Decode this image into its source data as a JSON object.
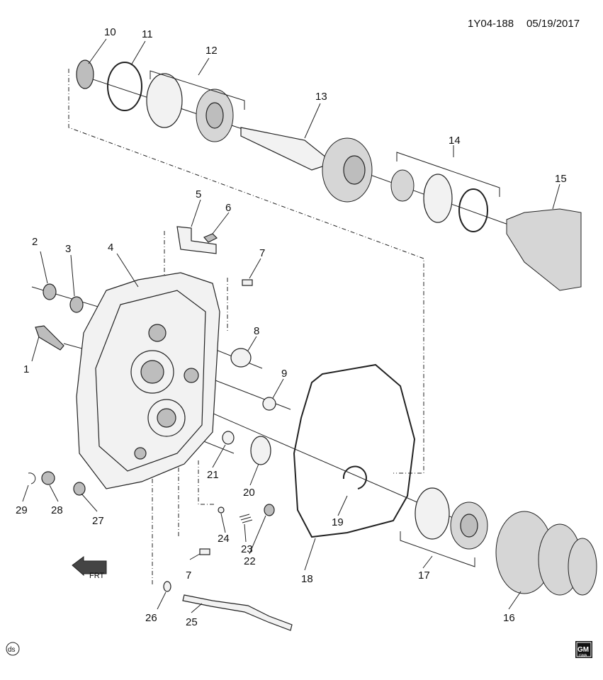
{
  "header": {
    "ref": "1Y04-188",
    "date": "05/19/2017"
  },
  "footer": {
    "left_mark": "ds",
    "logo": "GM",
    "logo_sub": "GMA"
  },
  "direction_marker": {
    "label": "FRT"
  },
  "callouts": [
    {
      "id": "c1",
      "label": "1"
    },
    {
      "id": "c2",
      "label": "2"
    },
    {
      "id": "c3",
      "label": "3"
    },
    {
      "id": "c4",
      "label": "4"
    },
    {
      "id": "c5",
      "label": "5"
    },
    {
      "id": "c6",
      "label": "6"
    },
    {
      "id": "c7a",
      "label": "7"
    },
    {
      "id": "c7b",
      "label": "7"
    },
    {
      "id": "c8",
      "label": "8"
    },
    {
      "id": "c9",
      "label": "9"
    },
    {
      "id": "c10",
      "label": "10"
    },
    {
      "id": "c11",
      "label": "11"
    },
    {
      "id": "c12",
      "label": "12"
    },
    {
      "id": "c13",
      "label": "13"
    },
    {
      "id": "c14",
      "label": "14"
    },
    {
      "id": "c15",
      "label": "15"
    },
    {
      "id": "c16",
      "label": "16"
    },
    {
      "id": "c17",
      "label": "17"
    },
    {
      "id": "c18",
      "label": "18"
    },
    {
      "id": "c19",
      "label": "19"
    },
    {
      "id": "c20",
      "label": "20"
    },
    {
      "id": "c21",
      "label": "21"
    },
    {
      "id": "c22",
      "label": "22"
    },
    {
      "id": "c23",
      "label": "23"
    },
    {
      "id": "c24",
      "label": "24"
    },
    {
      "id": "c25",
      "label": "25"
    },
    {
      "id": "c26",
      "label": "26"
    },
    {
      "id": "c27",
      "label": "27"
    },
    {
      "id": "c28",
      "label": "28"
    },
    {
      "id": "c29",
      "label": "29"
    }
  ]
}
